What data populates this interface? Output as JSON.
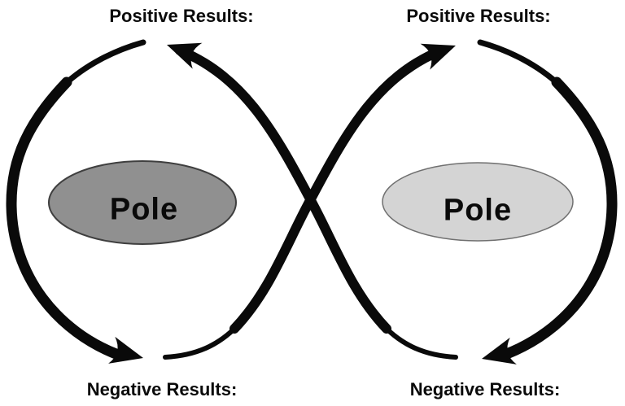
{
  "diagram": {
    "arrow_color": "#0a0a0a",
    "labels": {
      "top_left": "Positive Results:",
      "top_right": "Positive Results:",
      "bottom_left": "Negative Results:",
      "bottom_right": "Negative Results:"
    },
    "poles": {
      "left": {
        "label": "Pole",
        "fill": "#909090"
      },
      "right": {
        "label": "Pole",
        "fill": "#d4d4d4"
      }
    }
  }
}
